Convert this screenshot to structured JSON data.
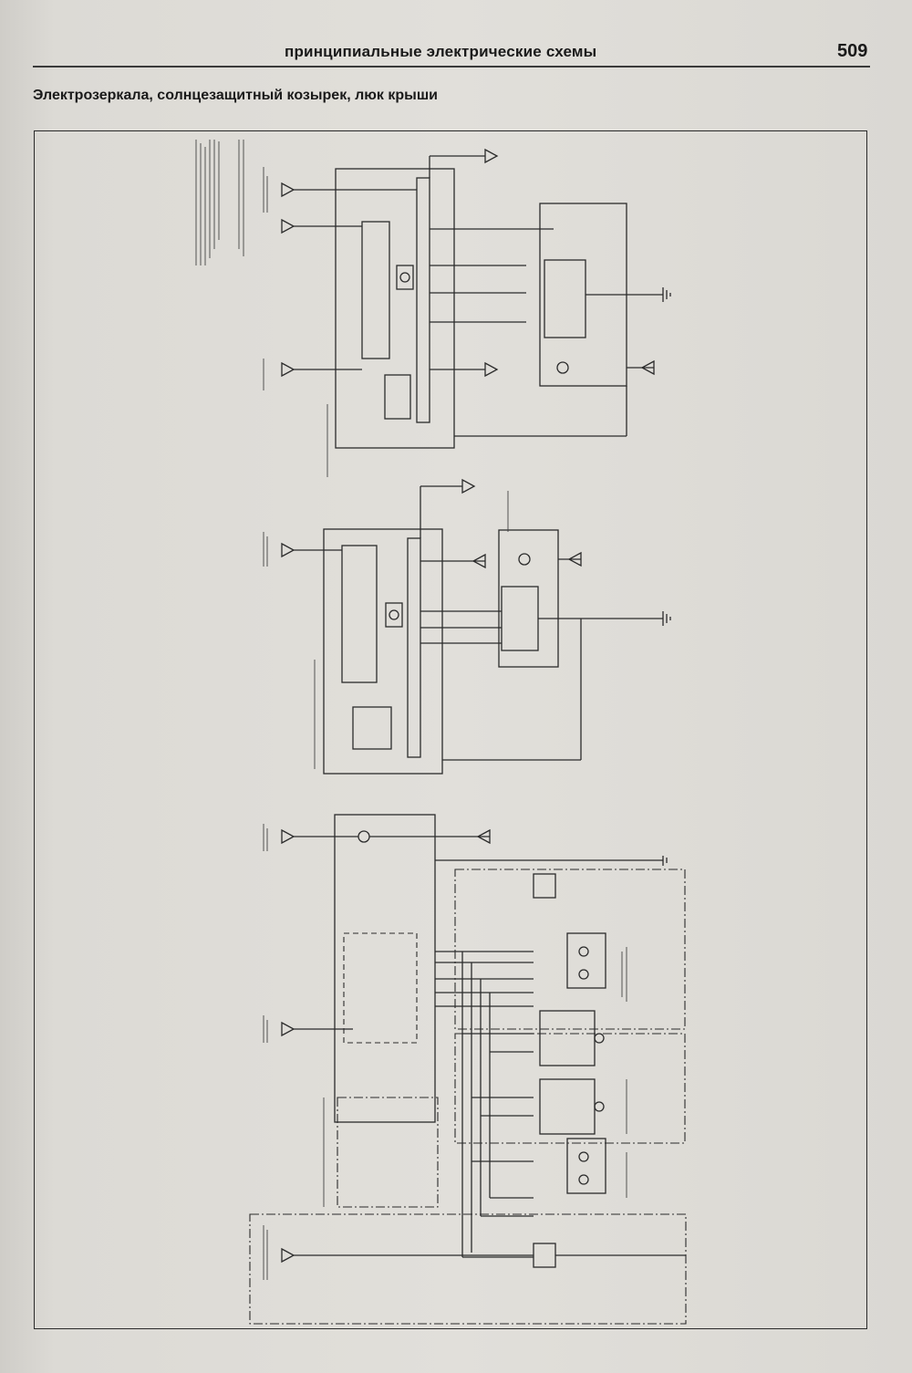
{
  "header": {
    "title": "принципиальные электрические схемы",
    "page_number": "509"
  },
  "section": {
    "title": "Электрозеркала, солнцезащитный козырек, люк крыши"
  }
}
